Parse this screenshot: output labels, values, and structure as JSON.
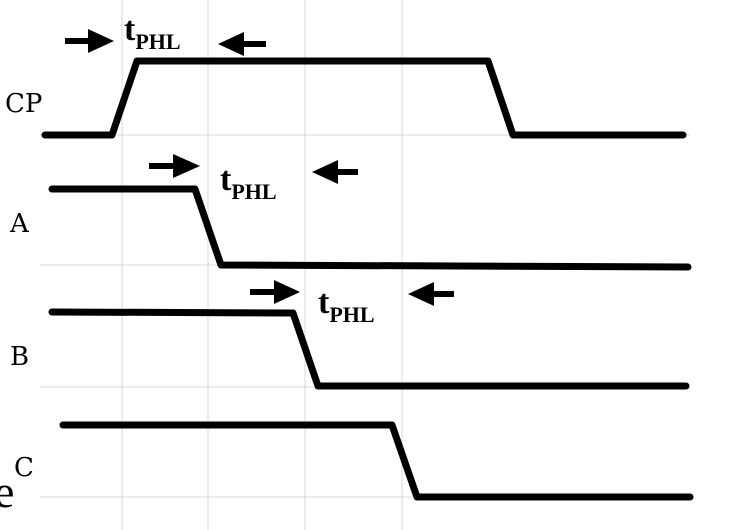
{
  "signals": [
    {
      "name": "CP"
    },
    {
      "name": "A"
    },
    {
      "name": "B"
    },
    {
      "name": "C"
    }
  ],
  "annotations": {
    "tphl_main": "t",
    "tphl_sub": "PHL",
    "stray_letter": "e"
  },
  "colors": {
    "wave": "#000000",
    "grid": "#d9d9d9",
    "background": "#ffffff"
  }
}
